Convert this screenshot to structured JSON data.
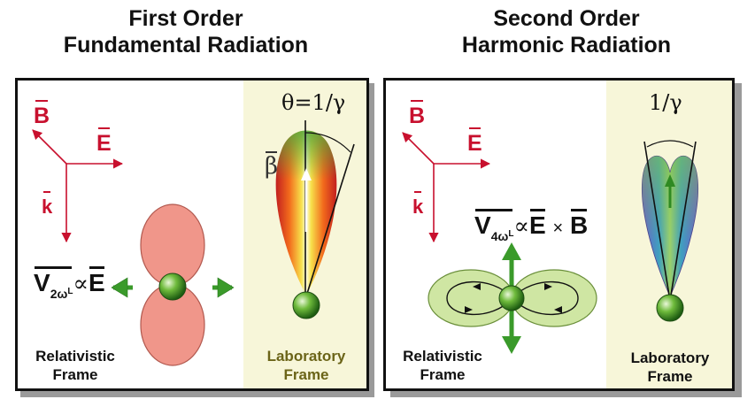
{
  "left_title_line1": "First Order",
  "left_title_line2": "Fundamental Radiation",
  "right_title_line1": "Second Order",
  "right_title_line2": "Harmonic Radiation",
  "axes": {
    "b": "B",
    "e": "E",
    "k": "k"
  },
  "left": {
    "formula_v": "V",
    "formula_sub": "2ω",
    "formula_subsub": "L",
    "formula_prop": "∝",
    "formula_e": "E",
    "relativistic_line1": "Relativistic",
    "relativistic_line2": "Frame",
    "laboratory_line1": "Laboratory",
    "laboratory_line2": "Frame",
    "angle": "θ=1/γ",
    "beta": "β"
  },
  "right": {
    "formula_v": "V",
    "formula_sub": "4ω",
    "formula_subsub": "L",
    "formula_prop": "∝",
    "formula_e": "E",
    "formula_times": "×",
    "formula_b": "B",
    "relativistic_line1": "Relativistic",
    "relativistic_line2": "Frame",
    "laboratory_line1": "Laboratory",
    "laboratory_line2": "Frame",
    "angle": "1/γ"
  },
  "colors": {
    "axis_red": "#c8102e",
    "lobe_salmon": "#f0968a",
    "lobe_green": "#cfe6a3",
    "arrow_green": "#3a9a2a",
    "lab_bg": "#f7f6d9"
  }
}
